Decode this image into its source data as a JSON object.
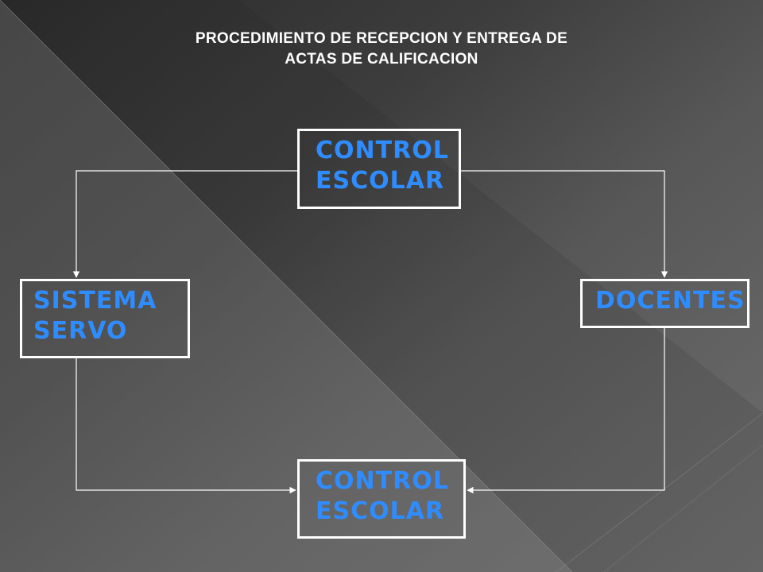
{
  "title": {
    "line1": "PROCEDIMIENTO DE RECEPCION Y ENTREGA DE",
    "line2": "ACTAS DE CALIFICACION"
  },
  "nodes": {
    "top": {
      "line1": "CONTROL",
      "line2": "ESCOLAR"
    },
    "left": {
      "line1": "SISTEMA",
      "line2": "SERVO"
    },
    "right": {
      "line1": "DOCENTES"
    },
    "bottom": {
      "line1": "CONTROL",
      "line2": "ESCOLAR"
    }
  },
  "colors": {
    "node_text": "#2f8cff",
    "node_border": "#ffffff",
    "title_text": "#ffffff",
    "connector": "#ffffff"
  }
}
